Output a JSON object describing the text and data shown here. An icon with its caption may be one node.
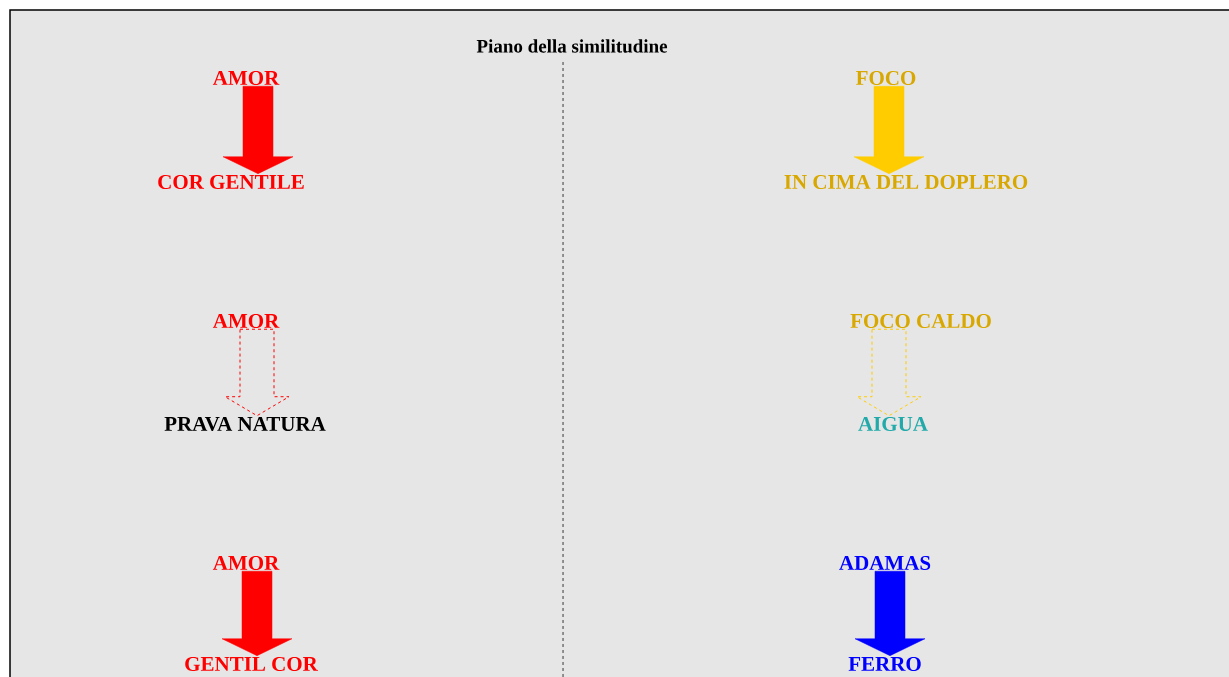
{
  "diagram": {
    "title": "Piano della similitudine",
    "nodes": [
      {
        "text": [
          "AMOR"
        ]
      },
      {
        "text": [
          "COR GENTILE"
        ]
      },
      {
        "text": [
          "FOCO"
        ]
      },
      {
        "text": [
          "IN CIMA DEL DOPLERO"
        ]
      },
      {
        "text": [
          "AMOR"
        ]
      },
      {
        "text": [
          "PRAVA NATURA"
        ]
      },
      {
        "text": [
          "FOCO CALDO"
        ]
      },
      {
        "text": [
          "AIGUA"
        ]
      },
      {
        "text": [
          "AMOR"
        ]
      },
      {
        "text": [
          "GENTIL COR"
        ]
      },
      {
        "text": [
          "ADAMAS"
        ]
      },
      {
        "text": [
          "FERRO"
        ]
      }
    ],
    "edges": [
      {
        "from": 0,
        "to": 1,
        "arrow": "to",
        "color": "#ff0000"
      },
      {
        "from": 2,
        "to": 3,
        "arrow": "to",
        "color": "#ffcc00"
      },
      {
        "from": 4,
        "to": 5,
        "arrow": "to",
        "style": "dashed",
        "color": "#ff0000"
      },
      {
        "from": 6,
        "to": 7,
        "arrow": "to",
        "style": "dashed",
        "color": "#ffcc00"
      },
      {
        "from": 8,
        "to": 9,
        "arrow": "to",
        "color": "#ff0000"
      },
      {
        "from": 10,
        "to": 11,
        "arrow": "to",
        "color": "#0000ff"
      }
    ]
  }
}
